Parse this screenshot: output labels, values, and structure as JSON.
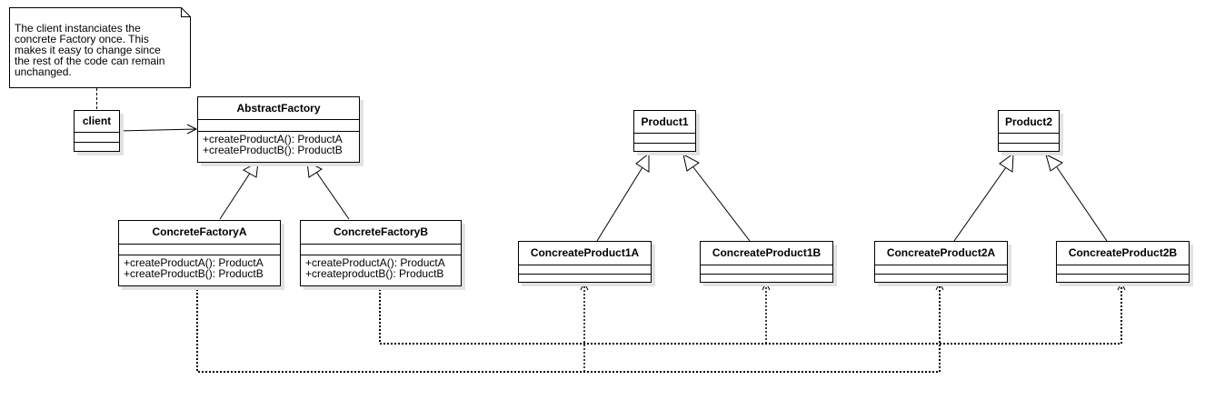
{
  "note": {
    "text": "The client instanciates the\nconcrete Factory once. This\nmakes it easy to change since\nthe rest of the code can remain\nunchanged."
  },
  "classes": {
    "client": {
      "name": "client",
      "operations": []
    },
    "abstract_factory": {
      "name": "AbstractFactory",
      "operations": [
        "+createProductA(): ProductA",
        "+createProductB(): ProductB"
      ]
    },
    "concrete_factory_a": {
      "name": "ConcreteFactoryA",
      "operations": [
        "+createProductA(): ProductA",
        "+createProductB(): ProductB"
      ]
    },
    "concrete_factory_b": {
      "name": "ConcreteFactoryB",
      "operations": [
        "+createProductA(): ProductA",
        "+createproductB(): ProductB"
      ]
    },
    "product1": {
      "name": "Product1",
      "operations": []
    },
    "product2": {
      "name": "Product2",
      "operations": []
    },
    "concreate_product_1a": {
      "name": "ConcreateProduct1A",
      "operations": []
    },
    "concreate_product_1b": {
      "name": "ConcreateProduct1B",
      "operations": []
    },
    "concreate_product_2a": {
      "name": "ConcreateProduct2A",
      "operations": []
    },
    "concreate_product_2b": {
      "name": "ConcreateProduct2B",
      "operations": []
    }
  },
  "relationships": [
    {
      "type": "association",
      "from": "client",
      "to": "AbstractFactory"
    },
    {
      "type": "note-anchor",
      "from": "note",
      "to": "client"
    },
    {
      "type": "generalization",
      "from": "ConcreteFactoryA",
      "to": "AbstractFactory"
    },
    {
      "type": "generalization",
      "from": "ConcreteFactoryB",
      "to": "AbstractFactory"
    },
    {
      "type": "generalization",
      "from": "ConcreateProduct1A",
      "to": "Product1"
    },
    {
      "type": "generalization",
      "from": "ConcreateProduct1B",
      "to": "Product1"
    },
    {
      "type": "generalization",
      "from": "ConcreateProduct2A",
      "to": "Product2"
    },
    {
      "type": "generalization",
      "from": "ConcreateProduct2B",
      "to": "Product2"
    },
    {
      "type": "dependency",
      "from": "ConcreteFactoryA",
      "to": "ConcreateProduct1A"
    },
    {
      "type": "dependency",
      "from": "ConcreteFactoryA",
      "to": "ConcreateProduct2A"
    },
    {
      "type": "dependency",
      "from": "ConcreteFactoryB",
      "to": "ConcreateProduct1B"
    },
    {
      "type": "dependency",
      "from": "ConcreteFactoryB",
      "to": "ConcreateProduct2B"
    }
  ]
}
